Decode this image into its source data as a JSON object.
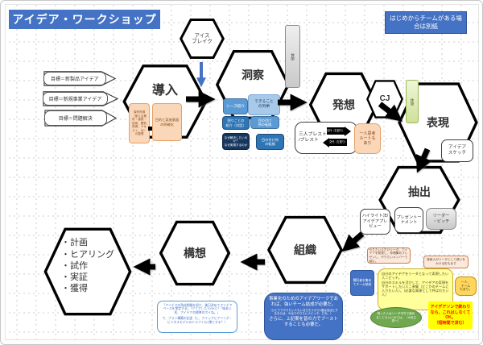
{
  "title": "アイデア・ワークショップ",
  "top_note": "はじめからチームがある場合は別紙",
  "goals": [
    "目標＝新製品アイデア",
    "目標＝新規事業アイデア",
    "目標＝問題解決"
  ],
  "hex": {
    "icebreak": "アイス\nブレイク",
    "intro": "導入",
    "insight": "洞察",
    "ideation": "発想",
    "cj": "CJ",
    "expression": "表現",
    "extraction": "抽出",
    "organization": "組織",
    "conception": "構想",
    "results": "・計画\n・ヒアリング\n・試作\n・実証\n・獲得"
  },
  "breaks": {
    "break1": "休憩",
    "break2": "休憩"
  },
  "intro_notes": {
    "resources": "保有資源（使える素材・道具・技術、閲覧資源、テキスト、AI）の整理",
    "purpose": "目的と実施意図の明確化"
  },
  "insight_boxes": {
    "seeds": "シーズ紹介",
    "cando": "できること\nの列挙",
    "troubles": "困りごとの\n紹介（対話）",
    "viewpoint1": "目の付け\n所の転換",
    "why": "なぜ解決したいのか？\nなぜ実現するのか",
    "viewpoint2": "目の付け所\nの転換"
  },
  "ideation_notes": {
    "brainstorm": "三人ブレスト\n/ブレスト",
    "arrow_right": "交代（右回り）",
    "arrow_left": "交代（左回り）",
    "solo": "一人思考\nルートも\nあり"
  },
  "expression_notes": {
    "sketch": "アイデア\nスケッチ"
  },
  "extraction_notes": {
    "highlight": "ハイライト法/アイデアプレビュー",
    "tournament": "プレゼントーナメント",
    "leader_pitch": "リーダー\n・ピッチ"
  },
  "organization_notes": {
    "team_box": "賛同者を集めてチーム結成",
    "note_line1": "事業化のためのアイデアワークであれば、強いチーム結成が必要だ。",
    "note_line2": "（ひとりでやりたい人もいるだろうから1度は自由とするならば、やはりやりたい人ピッチ、だな。）",
    "note_line3": "さらに、上記案を皆の力でブーストすることも必要だ。"
  },
  "conception_note": {
    "p1": "「アイデアの熟成期間を設け、後日改めてアイデアベースを策定する」（クリアしたらOKと）「味あい処、アイデアの標準のポイね。」",
    "p2": "で、プラン構築の記述（に、クイックヒアリング・ビジネスモデルのドラフトも2弾とする？）"
  },
  "callouts": {
    "tan1": "やりたい人だけリーダ。アイデアを発表し、仲間集めプレゼンし、やりたいメンバーで組む。",
    "tan2": "発案人がリーダとして誘いをかける形もあり",
    "yellow_big": "自分のアイデアをリーダとなって実現したい人＝ピッチ。\n自分のスキルを活かして、アイデアの実現をサポートしたい人＝参集（どこかのチームに入りたい人）。（必要な資源として呼ばれたい人）",
    "yellow_small": "一人、\nチーム\nもあり。",
    "green_oval": "残った人はリーダ不在で進めることもいいのでは。（※自主型へ）",
    "red_note": "アイデアソンで終わりなら、これはしなくてOK。\n（短時間で済む）"
  },
  "colors": {
    "accent_blue": "#4472C4",
    "orange_fill": "#FAD7B8",
    "yellow_fill": "#FFFF9C",
    "green_fill": "#6FA84F",
    "red_text": "#FF0000"
  }
}
